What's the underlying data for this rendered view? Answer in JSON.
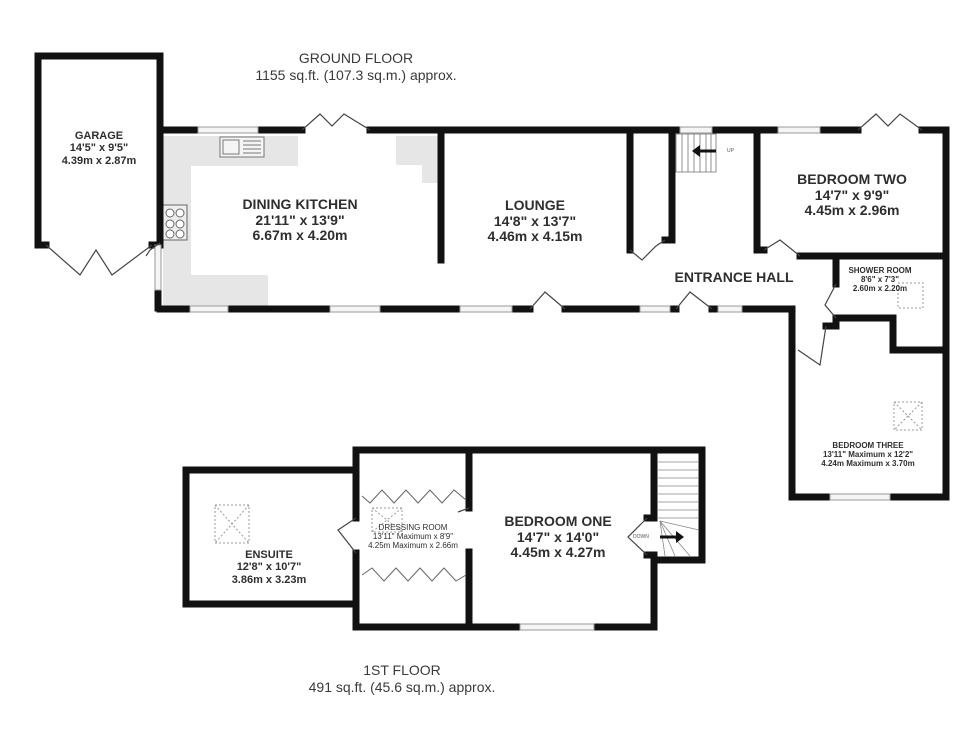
{
  "ground_floor": {
    "title": "GROUND FLOOR",
    "area": "1155 sq.ft. (107.3 sq.m.) approx.",
    "rooms": [
      {
        "name": "GARAGE",
        "imperial": "14'5\"  x 9'5\"",
        "metric": "4.39m  x 2.87m"
      },
      {
        "name": "DINING KITCHEN",
        "imperial": "21'11\"  x 13'9\"",
        "metric": "6.67m  x 4.20m"
      },
      {
        "name": "LOUNGE",
        "imperial": "14'8\"  x 13'7\"",
        "metric": "4.46m  x 4.15m"
      },
      {
        "name": "BEDROOM TWO",
        "imperial": "14'7\"  x 9'9\"",
        "metric": "4.45m  x 2.96m"
      },
      {
        "name": "ENTRANCE HALL"
      },
      {
        "name": "SHOWER ROOM",
        "imperial": "8'6\"  x 7'3\"",
        "metric": "2.60m  x 2.20m"
      },
      {
        "name": "BEDROOM THREE",
        "imperial": "13'11\" Maximum x 12'2\"",
        "metric": "4.24m Maximum x 3.70m"
      }
    ],
    "stairs_label": "UP"
  },
  "first_floor": {
    "title": "1ST FLOOR",
    "area": "491 sq.ft. (45.6 sq.m.) approx.",
    "rooms": [
      {
        "name": "ENSUITE",
        "imperial": "12'8\"  x 10'7\"",
        "metric": "3.86m  x 3.23m"
      },
      {
        "name": "DRESSING ROOM",
        "imperial": "13'11\" Maximum x 8'9\"",
        "metric": "4.25m Maximum x 2.66m"
      },
      {
        "name": "BEDROOM ONE",
        "imperial": "14'7\"  x 14'0\"",
        "metric": "4.45m  x 4.27m"
      }
    ],
    "stairs_label": "DOWN"
  },
  "colors": {
    "wall": "#111111",
    "fitted_units": "#e6e6e6",
    "window": "#d0d0d0",
    "text": "#2e2e2e"
  }
}
